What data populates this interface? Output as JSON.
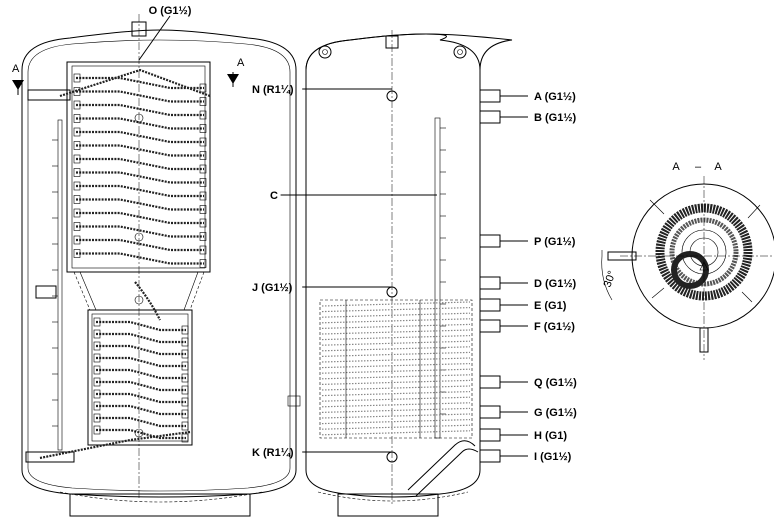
{
  "top_label": "O (G1½)",
  "section_mark": "A",
  "section_title": {
    "left": "A",
    "dash": "–",
    "right": "A"
  },
  "angle_label": "30°",
  "connections": [
    {
      "id": "N",
      "label": "N (R1¼)",
      "side": "left"
    },
    {
      "id": "A",
      "label": "A (G1½)",
      "side": "right"
    },
    {
      "id": "B",
      "label": "B (G1½)",
      "side": "right"
    },
    {
      "id": "C",
      "label": "C",
      "side": "left"
    },
    {
      "id": "P",
      "label": "P (G1½)",
      "side": "right"
    },
    {
      "id": "J",
      "label": "J (G1½)",
      "side": "left"
    },
    {
      "id": "D",
      "label": "D (G1½)",
      "side": "right"
    },
    {
      "id": "E",
      "label": "E (G1)",
      "side": "right"
    },
    {
      "id": "F",
      "label": "F (G1½)",
      "side": "right"
    },
    {
      "id": "Q",
      "label": "Q (G1½)",
      "side": "right"
    },
    {
      "id": "G",
      "label": "G (G1½)",
      "side": "right"
    },
    {
      "id": "H",
      "label": "H (G1)",
      "side": "right"
    },
    {
      "id": "K",
      "label": "K (R1¼)",
      "side": "left"
    },
    {
      "id": "I",
      "label": "I (G1½)",
      "side": "right"
    }
  ]
}
